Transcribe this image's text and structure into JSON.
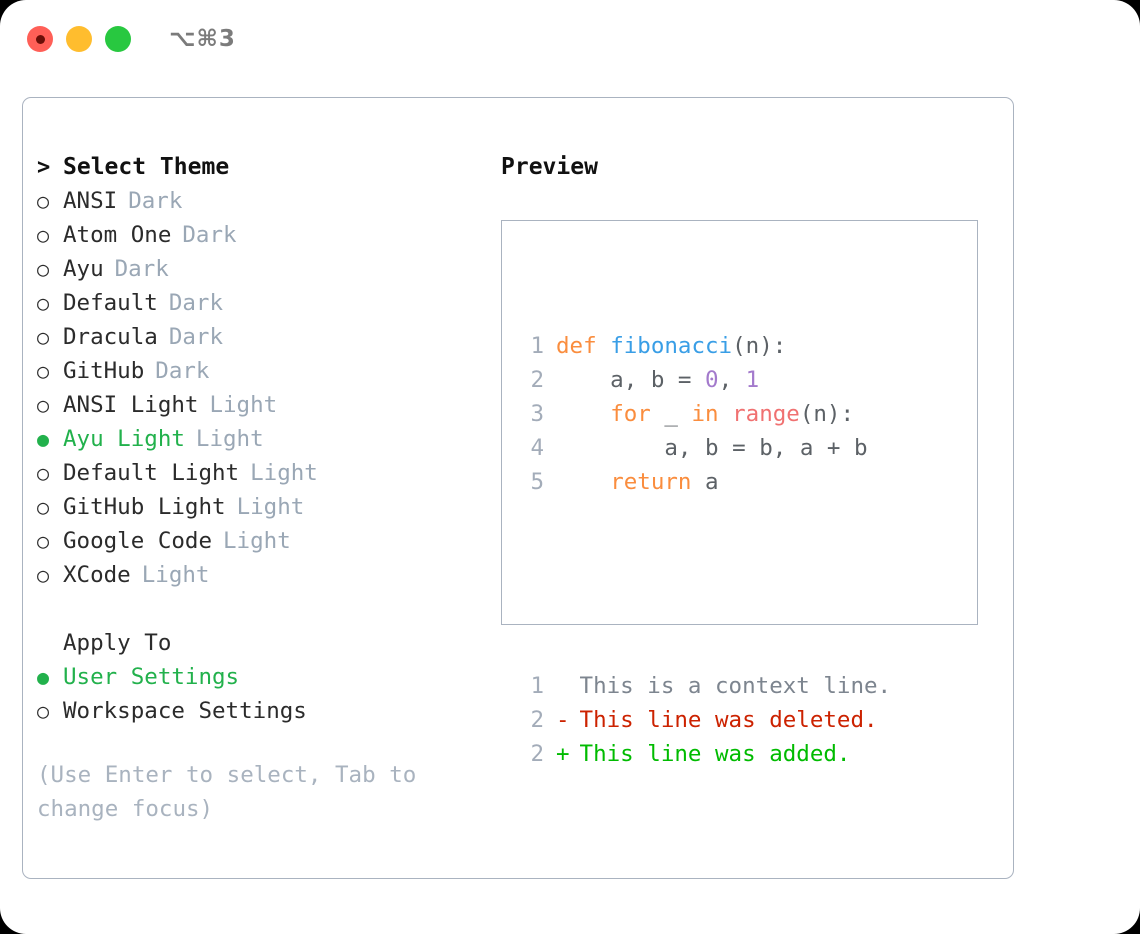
{
  "titlebar": {
    "shortcut": "⌥⌘3",
    "buttons": [
      {
        "name": "close",
        "color": "#ff5f57"
      },
      {
        "name": "minimize",
        "color": "#ffbd2e"
      },
      {
        "name": "maximize",
        "color": "#28c840"
      }
    ]
  },
  "left": {
    "header": {
      "prefix": ">",
      "label": "Select Theme"
    },
    "themes": [
      {
        "bullet": "○",
        "name": "ANSI",
        "mode": "Dark",
        "selected": false
      },
      {
        "bullet": "○",
        "name": "Atom One",
        "mode": "Dark",
        "selected": false
      },
      {
        "bullet": "○",
        "name": "Ayu",
        "mode": "Dark",
        "selected": false
      },
      {
        "bullet": "○",
        "name": "Default",
        "mode": "Dark",
        "selected": false
      },
      {
        "bullet": "○",
        "name": "Dracula",
        "mode": "Dark",
        "selected": false
      },
      {
        "bullet": "○",
        "name": "GitHub",
        "mode": "Dark",
        "selected": false
      },
      {
        "bullet": "○",
        "name": "ANSI Light",
        "mode": "Light",
        "selected": false
      },
      {
        "bullet": "●",
        "name": "Ayu Light",
        "mode": "Light",
        "selected": true
      },
      {
        "bullet": "○",
        "name": "Default Light",
        "mode": "Light",
        "selected": false
      },
      {
        "bullet": "○",
        "name": "GitHub Light",
        "mode": "Light",
        "selected": false
      },
      {
        "bullet": "○",
        "name": "Google Code",
        "mode": "Light",
        "selected": false
      },
      {
        "bullet": "○",
        "name": "XCode",
        "mode": "Light",
        "selected": false
      }
    ],
    "apply_to": {
      "label": "Apply To",
      "options": [
        {
          "bullet": "●",
          "name": "User Settings",
          "selected": true
        },
        {
          "bullet": "○",
          "name": "Workspace Settings",
          "selected": false
        }
      ]
    },
    "hint": "(Use Enter to select, Tab to change focus)"
  },
  "right": {
    "title": "Preview",
    "code_lines": [
      {
        "no": "1",
        "tokens": [
          {
            "t": "def ",
            "c": "kw"
          },
          {
            "t": "fibonacci",
            "c": "fn"
          },
          {
            "t": "(n):",
            "c": "pun"
          }
        ]
      },
      {
        "no": "2",
        "tokens": [
          {
            "t": "    a, b = ",
            "c": "var"
          },
          {
            "t": "0",
            "c": "num"
          },
          {
            "t": ", ",
            "c": "pun"
          },
          {
            "t": "1",
            "c": "num"
          }
        ]
      },
      {
        "no": "3",
        "tokens": [
          {
            "t": "    ",
            "c": "var"
          },
          {
            "t": "for",
            "c": "kw"
          },
          {
            "t": " _ ",
            "c": "var"
          },
          {
            "t": "in",
            "c": "kw"
          },
          {
            "t": " ",
            "c": "var"
          },
          {
            "t": "range",
            "c": "bi"
          },
          {
            "t": "(n):",
            "c": "pun"
          }
        ]
      },
      {
        "no": "4",
        "tokens": [
          {
            "t": "        a, b = b, a + b",
            "c": "var"
          }
        ]
      },
      {
        "no": "5",
        "tokens": [
          {
            "t": "    ",
            "c": "var"
          },
          {
            "t": "return",
            "c": "kw"
          },
          {
            "t": " a",
            "c": "var"
          }
        ]
      }
    ],
    "diff_lines": [
      {
        "no": "1",
        "marker": " ",
        "text": "This is a context line.",
        "kind": "ctx"
      },
      {
        "no": "2",
        "marker": "-",
        "text": "This line was deleted.",
        "kind": "del"
      },
      {
        "no": "2",
        "marker": "+",
        "text": "This line was added.",
        "kind": "add"
      }
    ]
  },
  "colors": {
    "accent_green": "#22b14c",
    "muted": "#9aa7b5",
    "border": "#aab3c0",
    "syntax_keyword": "#fa8d3e",
    "syntax_function": "#399ee6",
    "syntax_number": "#a37acc",
    "syntax_builtin": "#f07171",
    "diff_deleted": "#cc2200",
    "diff_added": "#00bb00"
  }
}
